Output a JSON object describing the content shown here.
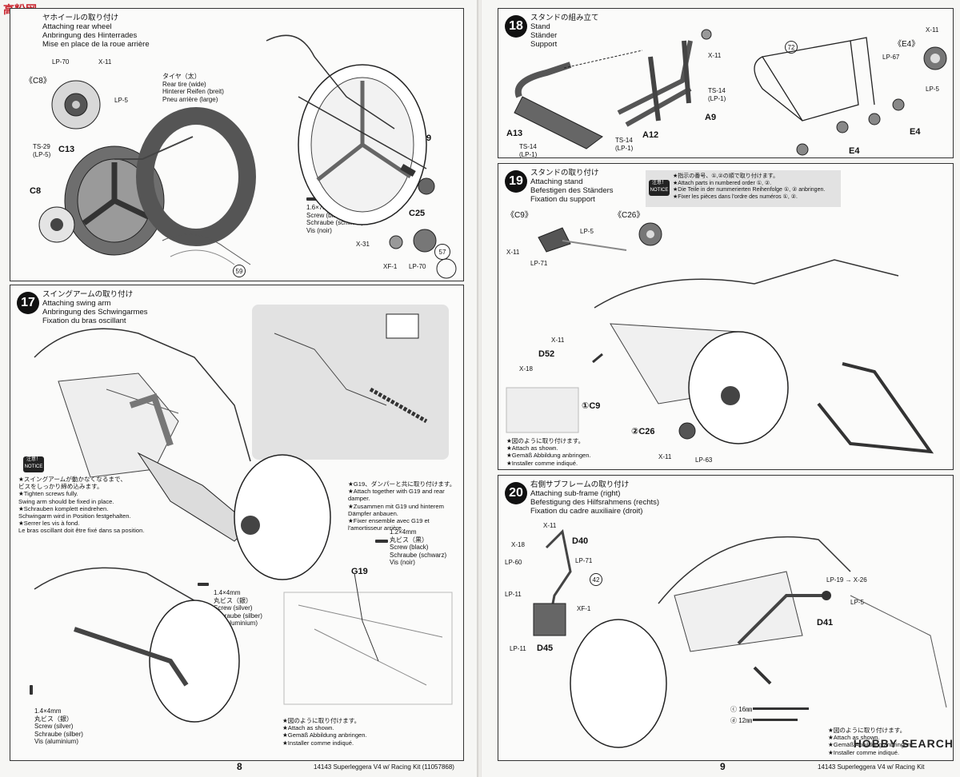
{
  "watermark_top": "高粉网",
  "watermark_bottom": "HOBBY SEARCH",
  "step16": {
    "heads": [
      "ヤホイールの取り付け",
      "Attaching rear wheel",
      "Anbringung des Hinterrades",
      "Mise en place de la roue arrière"
    ],
    "c8_ref": "《C8》",
    "lp70": "LP-70",
    "x11": "X-11",
    "lp5": "LP-5",
    "tire": [
      "タイヤ（太）",
      "Rear tire (wide)",
      "Hinterer Reifen (breit)",
      "Pneu arrière (large)"
    ],
    "ts29": "TS-29",
    "lp5b": "(LP-5)",
    "c13": "C13",
    "c8": "C8",
    "c29": "C29",
    "c25": "C25",
    "screw": [
      "1.6×7mm丸ビス（黒）",
      "Screw (black)",
      "Schraube (schwarz)",
      "Vis (noir)"
    ],
    "x31": "X-31",
    "xf1": "XF-1",
    "lp70b": "LP-70",
    "ref57": "57",
    "ref59": "59"
  },
  "step17": {
    "num": "17",
    "heads": [
      "スイングアームの取り付け",
      "Attaching swing arm",
      "Anbringung des Schwingarmes",
      "Fixation du bras oscillant"
    ],
    "notice_badge": "注意！ NOTICE",
    "notice": [
      "★スイングアームが動かなくなるまで、",
      "ビスをしっかり締め込みます。",
      "★Tighten screws fully.",
      "Swing arm should be fixed in place.",
      "★Schrauben komplett eindrehen.",
      "Schwingarm wird in Position festgehalten.",
      "★Serrer les vis à fond.",
      "Le bras oscillant doit être fixé dans sa position."
    ],
    "g19note": [
      "★G19、ダンパーと共に取り付けます。",
      "★Attach together with G19 and rear",
      "damper.",
      "★Zusammen mit G19 und hinterem",
      "Dämpfer anbauen.",
      "★Fixer ensemble avec G19 et",
      "l'amortisseur arrière."
    ],
    "screw_black": [
      "1.2×4mm",
      "丸ビス（黒）",
      "Screw (black)",
      "Schraube (schwarz)",
      "Vis (noir)"
    ],
    "screw_silver": [
      "1.4×4mm",
      "丸ビス（銀）",
      "Screw (silver)",
      "Schraube (silber)",
      "Vis (aluminium)"
    ],
    "g19": "G19",
    "attach": [
      "★図のように取り付けます。",
      "★Attach as shown.",
      "★Gemäß Abbildung anbringen.",
      "★Installer comme indiqué."
    ]
  },
  "step18": {
    "num": "18",
    "heads": [
      "スタンドの組み立て",
      "Stand",
      "Ständer",
      "Support"
    ],
    "x11": "X-11",
    "ts14a": "TS-14",
    "lp1a": "(LP-1)",
    "a9": "A9",
    "a12": "A12",
    "a13": "A13",
    "ts14b": "TS-14",
    "lp1b": "(LP-1)",
    "ts14c": "TS-14",
    "lp1c": "(LP-1)",
    "ref72": "72",
    "e4ref": "《E4》",
    "x11b": "X-11",
    "lp67": "LP-67",
    "lp5": "LP-5",
    "e4a": "E4",
    "e4b": "E4"
  },
  "step19": {
    "num": "19",
    "heads": [
      "スタンドの取り付け",
      "Attaching stand",
      "Befestigen des Ständers",
      "Fixation du support"
    ],
    "notice_badge": "注意！ NOTICE",
    "notice": [
      "★指示の番号、①,②の順で取り付けます。",
      "★Attach parts in numbered order ①, ②.",
      "★Die Teile in der nummerierten Reihenfolge ①, ② anbringen.",
      "★Fixer les pièces dans l'ordre des numéros ①, ②."
    ],
    "c9ref": "《C9》",
    "c26ref": "《C26》",
    "lp5": "LP-5",
    "x11": "X-11",
    "lp71": "LP-71",
    "x11b": "X-11",
    "d52": "D52",
    "x18": "X-18",
    "c9": "①C9",
    "c26": "②C26",
    "x11c": "X-11",
    "lp63": "LP-63",
    "attach": [
      "★図のように取り付けます。",
      "★Attach as shown.",
      "★Gemäß Abbildung anbringen.",
      "★Installer comme indiqué."
    ]
  },
  "step20": {
    "num": "20",
    "heads": [
      "右側サブフレームの取り付け",
      "Attaching sub-frame (right)",
      "Befestigung des Hilfsrahmens (rechts)",
      "Fixation du cadre auxiliaire (droit)"
    ],
    "x11": "X-11",
    "x18": "X-18",
    "d40": "D40",
    "lp60": "LP-60",
    "lp71": "LP-71",
    "lp11": "LP-11",
    "xf1": "XF-1",
    "ref42": "42",
    "lp11b": "LP-11",
    "d45": "D45",
    "lp19": "LP-19 → X-26",
    "lp5": "LP-5",
    "d41": "D41",
    "c_len": "ⓒ 16㎜",
    "d_len": "ⓓ 12㎜",
    "attach": [
      "★図のように取り付けます。",
      "★Attach as shown.",
      "★Gemäß Abbildung anbringen.",
      "★Installer comme indiqué."
    ]
  },
  "footer_left": {
    "page": "8",
    "text": "14143 Superleggera V4 w/ Racing Kit (11057868)"
  },
  "footer_right": {
    "page": "9",
    "text": "14143 Superleggera V4 w/ Racing Kit"
  }
}
